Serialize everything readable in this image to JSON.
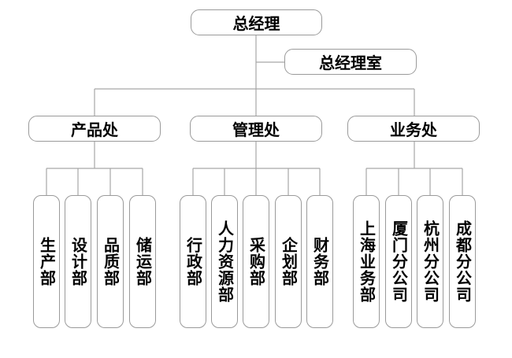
{
  "root": {
    "label": "总经理"
  },
  "office": {
    "label": "总经理室"
  },
  "divisions": [
    {
      "label": "产品处",
      "departments": [
        "生产部",
        "设计部",
        "品质部",
        "储运部"
      ]
    },
    {
      "label": "管理处",
      "departments": [
        "行政部",
        "人力资源部",
        "采购部",
        "企划部",
        "财务部"
      ]
    },
    {
      "label": "业务处",
      "departments": [
        "上海业务部",
        "厦门分公司",
        "杭州分公司",
        "成都分公司"
      ]
    }
  ],
  "colors": {
    "line": "#a6a6a6",
    "border": "#9a9a9a",
    "text": "#000000"
  }
}
